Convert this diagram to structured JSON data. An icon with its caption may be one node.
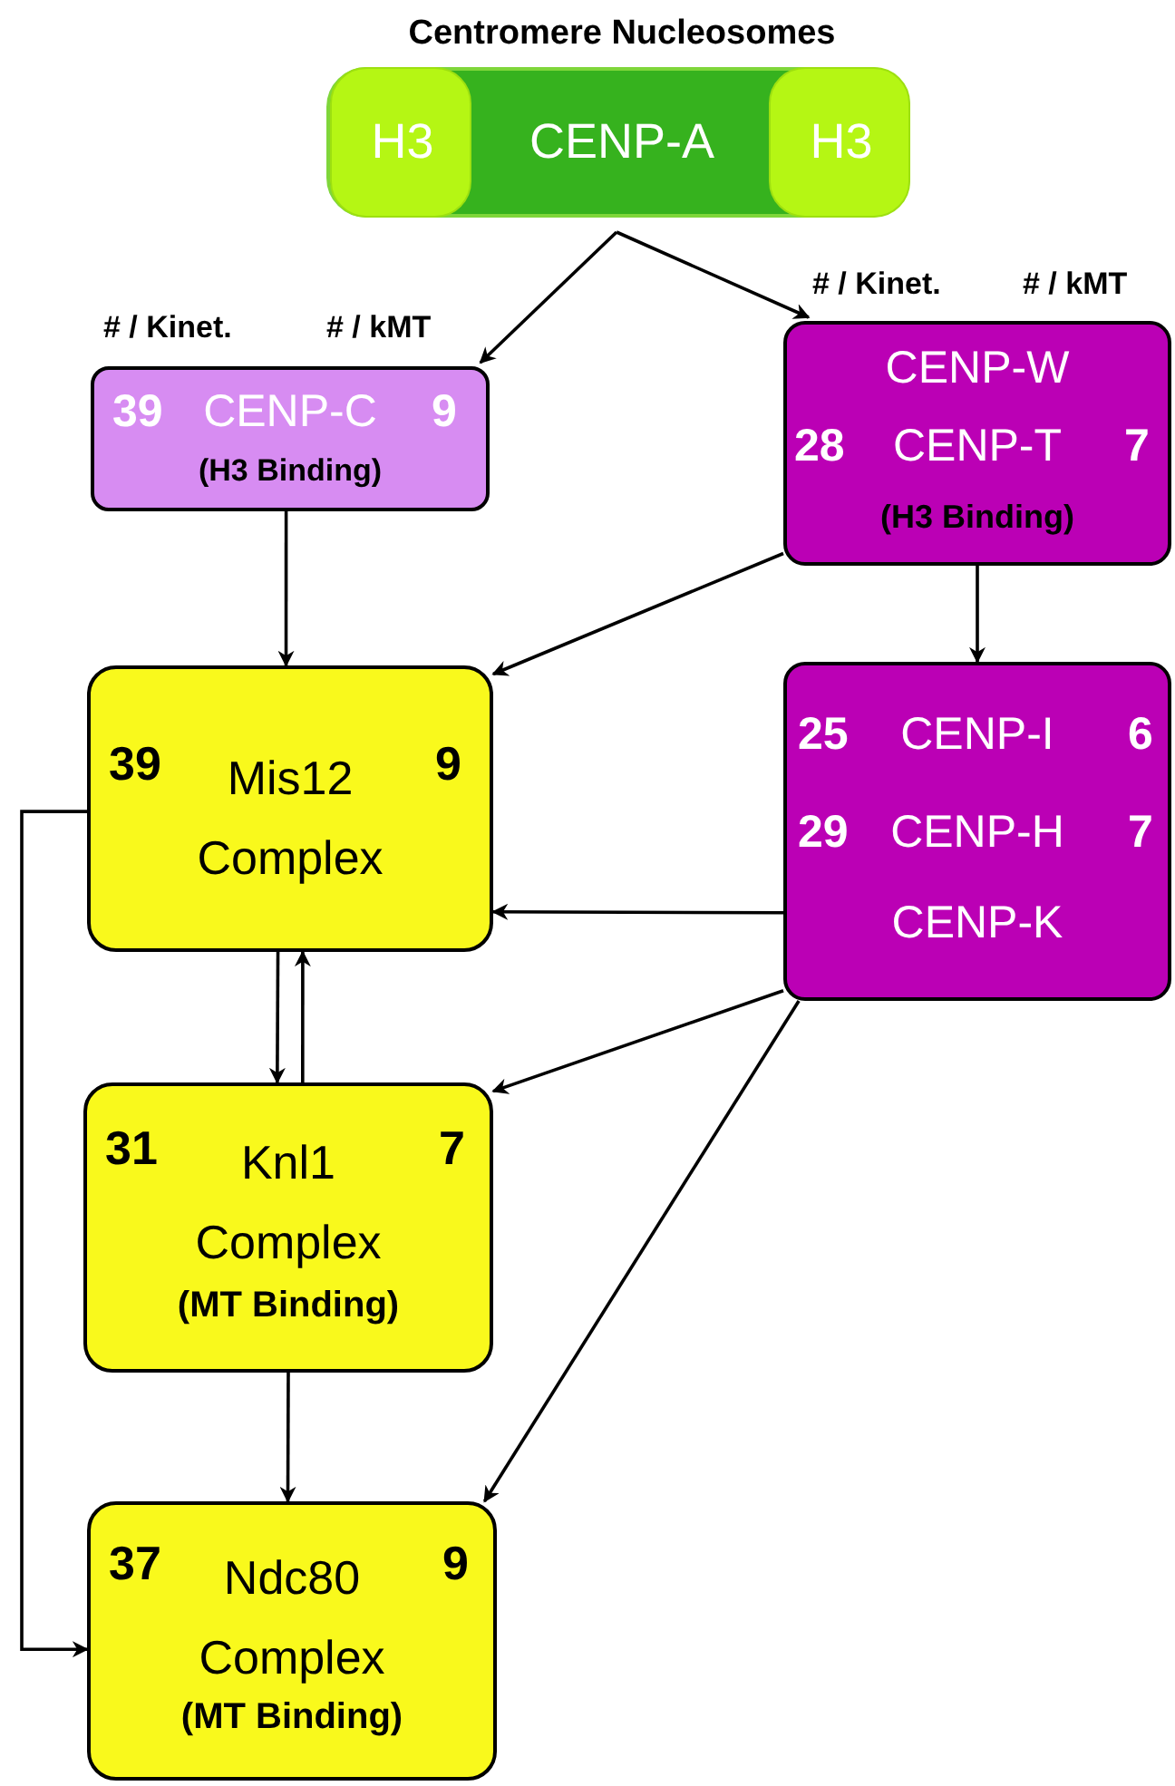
{
  "diagram": {
    "nodes": [
      {
        "text": [
          "Centromere Nucleosomes",
          "CENP-A"
        ]
      },
      {
        "text": [
          "H3"
        ],
        "in": 0
      },
      {
        "text": [
          "H3"
        ],
        "in": 0
      },
      {
        "text": [
          "39",
          "CENP-C",
          "9",
          "(H3 Binding)"
        ],
        "beside": [
          "# / Kinet.",
          "# / kMT"
        ]
      },
      {
        "text": [
          "CENP-W",
          "28",
          "CENP-T",
          "7",
          "(H3 Binding)"
        ],
        "beside": [
          "# / Kinet.",
          "# / kMT"
        ]
      },
      {
        "text": [
          "39",
          "Mis12 Complex",
          "9"
        ]
      },
      {
        "text": [
          "25",
          "CENP-I",
          "6",
          "29",
          "CENP-H",
          "7",
          "CENP-K"
        ]
      },
      {
        "text": [
          "31",
          "Knl1 Complex",
          "7",
          "(MT Binding)"
        ]
      },
      {
        "text": [
          "37",
          "Ndc80 Complex",
          "9",
          "(MT Binding)"
        ]
      }
    ],
    "edges": [
      {
        "from": 0,
        "to": 3,
        "arrow": "to"
      },
      {
        "from": 0,
        "to": 4,
        "arrow": "to"
      },
      {
        "from": 3,
        "to": 5,
        "arrow": "to"
      },
      {
        "from": 4,
        "to": 5,
        "arrow": "to"
      },
      {
        "from": 4,
        "to": 6,
        "arrow": "to"
      },
      {
        "from": 6,
        "to": 5,
        "arrow": "to"
      },
      {
        "from": 5,
        "to": 7,
        "arrow": "to"
      },
      {
        "from": 7,
        "to": 5,
        "arrow": "to"
      },
      {
        "from": 6,
        "to": 7,
        "arrow": "to"
      },
      {
        "from": 6,
        "to": 8,
        "arrow": "to"
      },
      {
        "from": 7,
        "to": 8,
        "arrow": "to"
      },
      {
        "from": 5,
        "to": 8,
        "arrow": "to"
      }
    ]
  }
}
